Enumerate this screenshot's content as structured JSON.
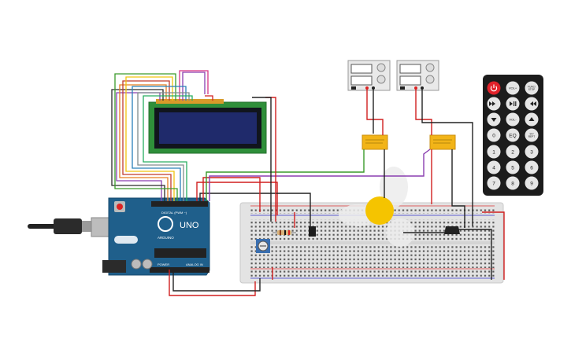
{
  "arduino": {
    "brand": "ARDUINO",
    "model": "UNO",
    "digital_label": "DIGITAL (PWM ~)",
    "power_label": "POWER",
    "analog_label": "ANALOG IN"
  },
  "lcd": {
    "screen_color": "#1f2a6b",
    "pcb_color": "#2f8f3a"
  },
  "remote": {
    "buttons": [
      {
        "label": "",
        "icon": "power-icon",
        "accent": "#e2222a"
      },
      {
        "label": "VOL+",
        "icon": ""
      },
      {
        "label": "FUNC/ STOP",
        "icon": ""
      },
      {
        "label": "",
        "icon": "rewind-icon"
      },
      {
        "label": "",
        "icon": "play-pause-icon"
      },
      {
        "label": "",
        "icon": "fast-forward-icon"
      },
      {
        "label": "",
        "icon": "down-icon"
      },
      {
        "label": "VOL-",
        "icon": ""
      },
      {
        "label": "",
        "icon": "up-icon"
      },
      {
        "label": "0",
        "icon": ""
      },
      {
        "label": "EQ",
        "icon": ""
      },
      {
        "label": "ST/ REPT",
        "icon": ""
      },
      {
        "label": "1",
        "icon": ""
      },
      {
        "label": "2",
        "icon": ""
      },
      {
        "label": "3",
        "icon": ""
      },
      {
        "label": "4",
        "icon": ""
      },
      {
        "label": "5",
        "icon": ""
      },
      {
        "label": "6",
        "icon": ""
      },
      {
        "label": "7",
        "icon": ""
      },
      {
        "label": "8",
        "icon": ""
      },
      {
        "label": "9",
        "icon": ""
      }
    ]
  },
  "colors": {
    "arduino_board": "#1f5f8b",
    "breadboard": "#e6e6e6",
    "wire_red": "#d11f1f",
    "wire_black": "#222222",
    "wire_green": "#3a9a2a",
    "wire_purple": "#8a3fb0",
    "fan_hub": "#f5c400",
    "relay": "#f2b418"
  }
}
